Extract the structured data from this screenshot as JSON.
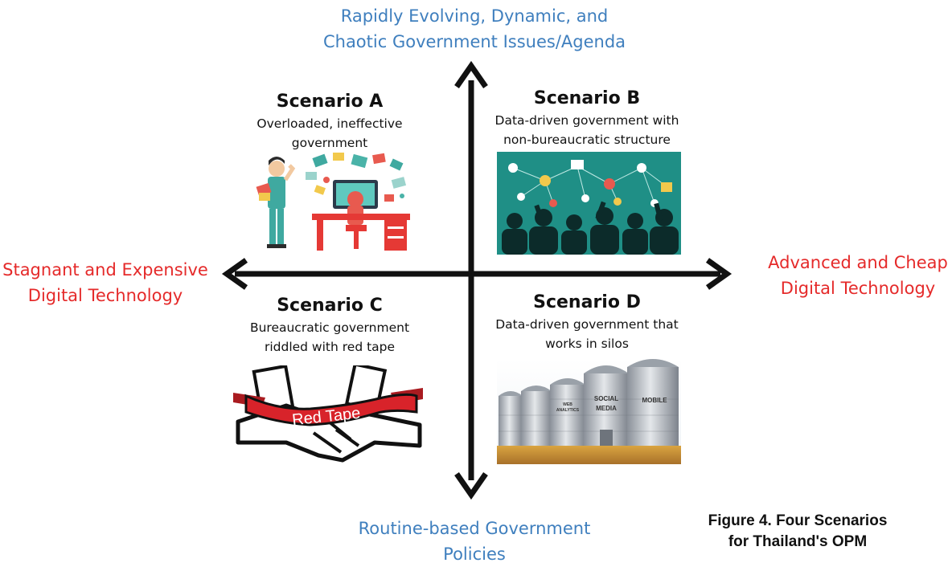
{
  "axes": {
    "top": [
      "Rapidly Evolving, Dynamic, and",
      "Chaotic Government Issues/Agenda"
    ],
    "bottom": [
      "Routine-based Government",
      "Policies"
    ],
    "left": [
      "Stagnant and Expensive",
      "Digital Technology"
    ],
    "right": [
      "Advanced and Cheap",
      "Digital Technology"
    ]
  },
  "scenarios": {
    "a": {
      "title": "Scenario A",
      "desc": [
        "Overloaded, ineffective",
        "government"
      ]
    },
    "b": {
      "title": "Scenario B",
      "desc": [
        "Data-driven government with",
        "non-bureaucratic structure"
      ]
    },
    "c": {
      "title": "Scenario C",
      "desc": [
        "Bureaucratic government",
        "riddled with red tape"
      ]
    },
    "d": {
      "title": "Scenario D",
      "desc": [
        "Data-driven government that",
        "works in silos"
      ]
    }
  },
  "illustrations": {
    "c_banner": "Red Tape",
    "d_silos": [
      "SOCIAL",
      "MEDIA",
      "MOBILE",
      "WEB",
      "ANALYTICS"
    ]
  },
  "caption": [
    "Figure 4. Four Scenarios",
    "for Thailand's OPM"
  ],
  "colors": {
    "vertical_axis_labels": "#3f7fbe",
    "horizontal_axis_labels": "#e52a2a",
    "axis_arrows": "#111111",
    "red_tape": "#d8232a",
    "data_panel": "#1f8f86"
  }
}
